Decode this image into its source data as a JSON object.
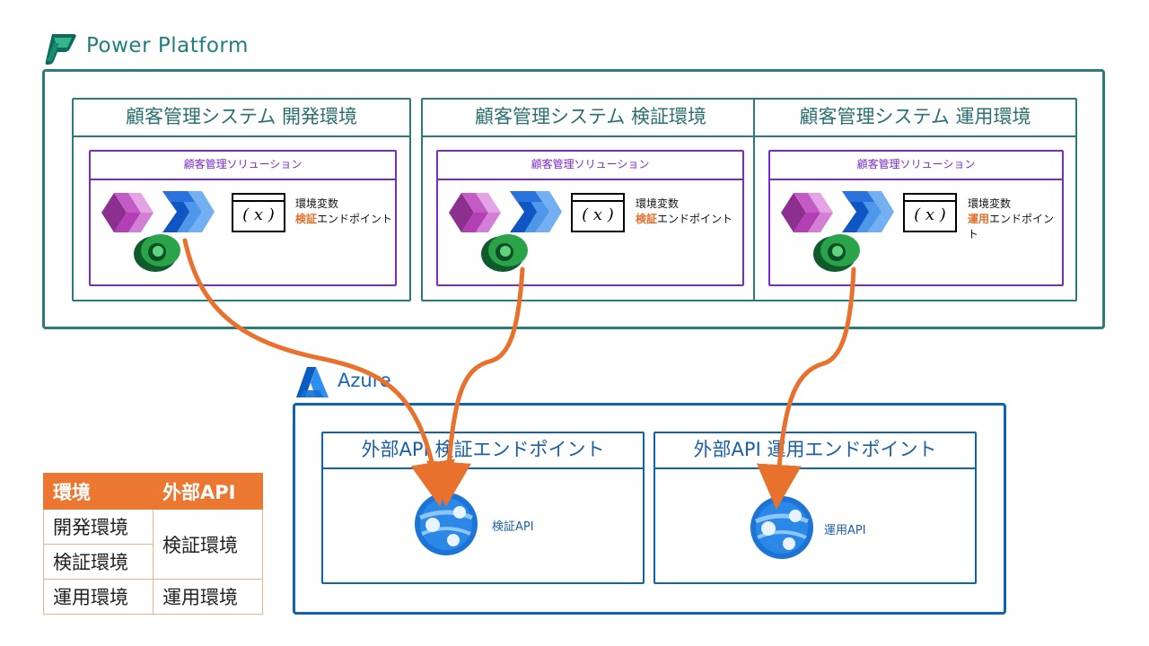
{
  "power_platform": {
    "title": "Power Platform"
  },
  "environments": [
    {
      "title": "顧客管理システム 開発環境",
      "solution": "顧客管理ソリューション",
      "var_symbol": "( x )",
      "var_label": "環境変数",
      "endpoint_prefix": "検証",
      "endpoint_suffix": "エンドポイント"
    },
    {
      "title": "顧客管理システム 検証環境",
      "solution": "顧客管理ソリューション",
      "var_symbol": "( x )",
      "var_label": "環境変数",
      "endpoint_prefix": "検証",
      "endpoint_suffix": "エンドポイント"
    },
    {
      "title": "顧客管理システム 運用環境",
      "solution": "顧客管理ソリューション",
      "var_symbol": "( x )",
      "var_label": "環境変数",
      "endpoint_prefix": "運用",
      "endpoint_suffix": "エンドポイント"
    }
  ],
  "azure": {
    "title": "Azure",
    "endpoints": [
      {
        "title": "外部API 検証エンドポイント",
        "api_label": "検証API"
      },
      {
        "title": "外部API 運用エンドポイント",
        "api_label": "運用API"
      }
    ]
  },
  "mapping_table": {
    "headers": [
      "環境",
      "外部API"
    ],
    "rows": [
      {
        "env": "開発環境"
      },
      {
        "env": "検証環境"
      },
      {
        "env": "運用環境",
        "api": "運用環境"
      }
    ],
    "merged_api": "検証環境"
  },
  "colors": {
    "teal": "#2b7b78",
    "purple": "#7a2bd0",
    "orange": "#e8712d",
    "azure_blue": "#0f64b0"
  },
  "icons": [
    "power-platform-logo-icon",
    "power-apps-icon",
    "power-automate-icon",
    "dataverse-icon",
    "environment-variable-icon",
    "azure-logo-icon",
    "app-service-icon"
  ]
}
